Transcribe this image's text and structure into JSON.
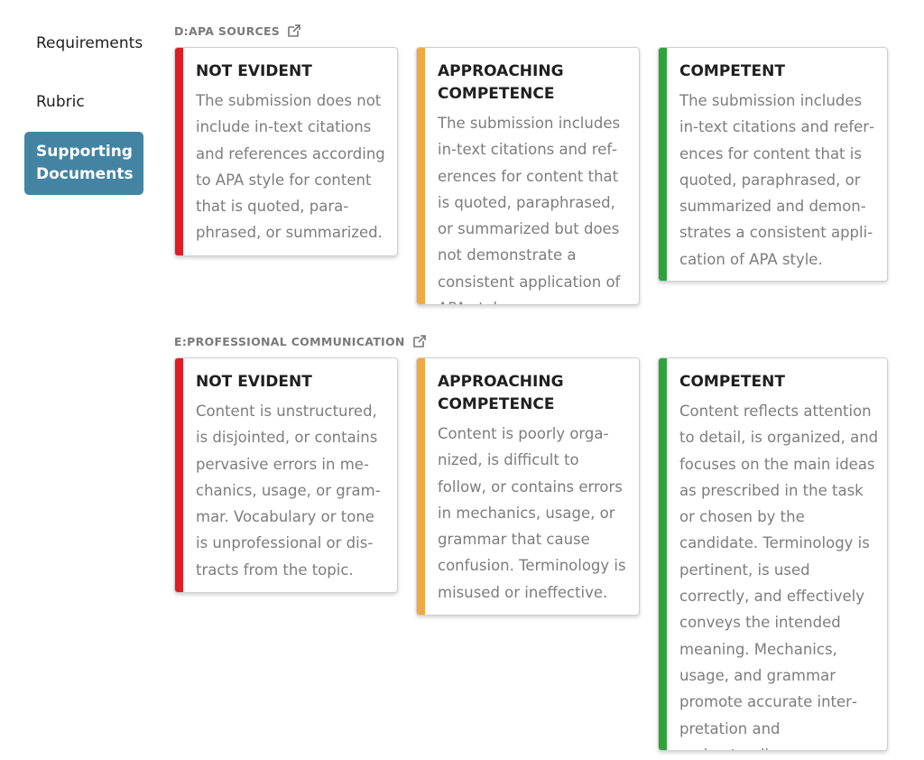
{
  "nav": {
    "requirements": "Requirements",
    "rubric": "Rubric",
    "supporting": "Supporting Documents"
  },
  "colors": {
    "not_evident": "#e01d24",
    "approaching": "#f0a93f",
    "competent": "#2ea33a",
    "active_nav": "#4384a3"
  },
  "sections": [
    {
      "heading": "D:APA SOURCES",
      "cards": [
        {
          "title": "NOT EVIDENT",
          "text": "The submission does not include in-text citations and references according to APA style for content that is quoted, para­phrased, or summarized."
        },
        {
          "title": "APPROACHING COMPETENCE",
          "text": "The submission includes in-text citations and ref­erences for content that is quoted, paraphrased, or summarized but does not demonstrate a consistent application of APA style."
        },
        {
          "title": "COMPETENT",
          "text": "The submission includes in-text citations and refer­ences for content that is quoted, paraphrased, or summarized and demon­strates a consistent appli­cation of APA style."
        }
      ]
    },
    {
      "heading": "E:PROFESSIONAL COMMUNICATION",
      "cards": [
        {
          "title": "NOT EVIDENT",
          "text": "Content is unstructured, is disjointed, or contains pervasive errors in me­chanics, usage, or gram­mar. Vocabulary or tone is unprofessional or dis­tracts from the topic."
        },
        {
          "title": "APPROACHING COMPETENCE",
          "text": "Content is poorly orga­nized, is difficult to follow, or contains errors in me­chanics, usage, or gram­mar that cause confusion. Terminology is misused or ineffective."
        },
        {
          "title": "COMPETENT",
          "text": "Content reflects attention to detail, is organized, and focuses on the main ideas as prescribed in the task or chosen by the candidate. Terminology is pertinent, is used correctly, and ef­fectively conveys the in­tended meaning. Mechan­ics, usage, and grammar promote accurate inter­pretation and understanding."
        }
      ]
    }
  ]
}
